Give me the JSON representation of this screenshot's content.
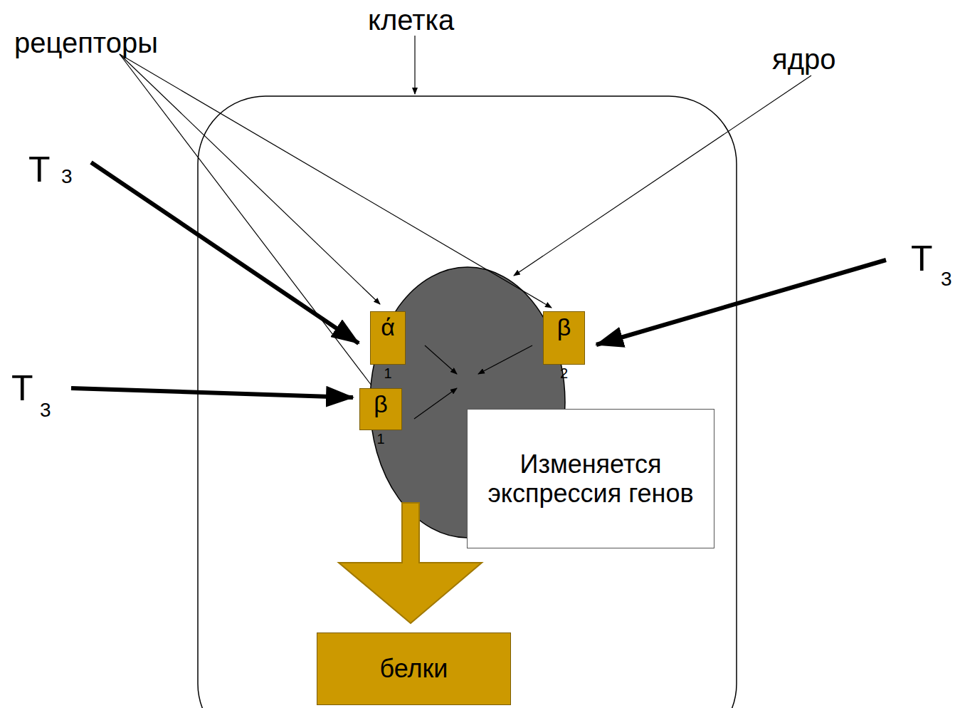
{
  "diagram": {
    "nodes": [
      {
        "text": [
          "ά",
          "1"
        ]
      },
      {
        "text": [
          "β",
          "2"
        ]
      },
      {
        "text": [
          "β",
          "1"
        ]
      },
      {
        "text": [
          "Изменяется экспрессия генов"
        ]
      },
      {
        "text": [
          "белки"
        ]
      }
    ],
    "labels": [
      "клетка",
      "рецепторы",
      "ядро",
      "T",
      "3",
      "T",
      "3",
      "T",
      "3"
    ]
  }
}
